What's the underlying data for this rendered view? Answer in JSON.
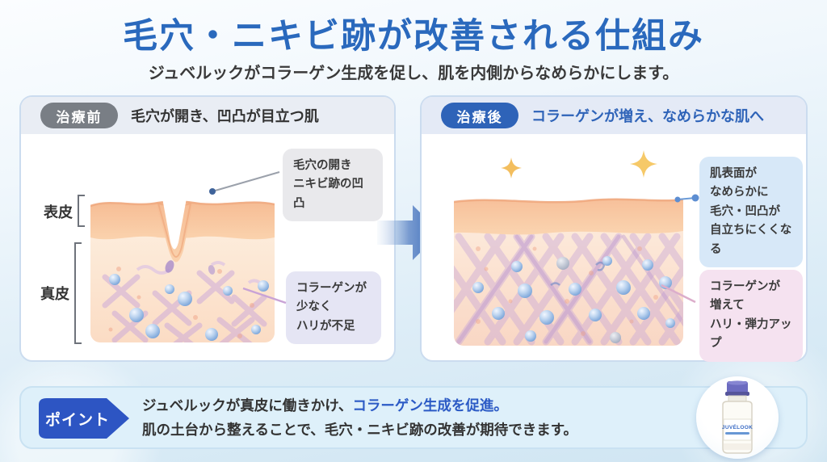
{
  "page": {
    "title": "毛穴・ニキビ跡が改善される仕組み",
    "subtitle": "ジュベルックがコラーゲン生成を促し、肌を内側からなめらかにします。"
  },
  "before_panel": {
    "badge": "治療前",
    "heading": "毛穴が開き、凹凸が目立つ肌",
    "epidermis_label": "表皮",
    "dermis_label": "真皮",
    "callout_pore_lines": [
      "毛穴の開き",
      "ニキビ跡の凹凸"
    ],
    "callout_collagen_lines": [
      "コラーゲンが",
      "少なく",
      "ハリが不足"
    ]
  },
  "after_panel": {
    "badge": "治療後",
    "heading": "コラーゲンが増え、なめらかな肌へ",
    "callout_surface_lines": [
      "肌表面が",
      "なめらかに",
      "毛穴・凹凸が",
      "自立ちにくくなる"
    ],
    "callout_collagen_lines": [
      "コラーゲンが",
      "増えて",
      "ハリ・弾力アップ"
    ]
  },
  "point_panel": {
    "badge": "ポイント",
    "line1_pre": "ジュベルックが真皮に働きかけ、",
    "line1_highlight": "コラーゲン生成を促進。",
    "line2": "肌の土台から整えることで、毛穴・ニキビ跡の改善が期待できます。",
    "vial_label": "JUVÉLOOK"
  },
  "colors": {
    "title_blue": "#2A69BD",
    "badge_gray": "#797E85",
    "accent_blue": "#2E63B8",
    "highlight_blue": "#2B5AC5",
    "point_badge_blue": "#2D55C3",
    "arrow_blue": "#2F62B5",
    "sparkle_gold": "#F3BE5E"
  }
}
